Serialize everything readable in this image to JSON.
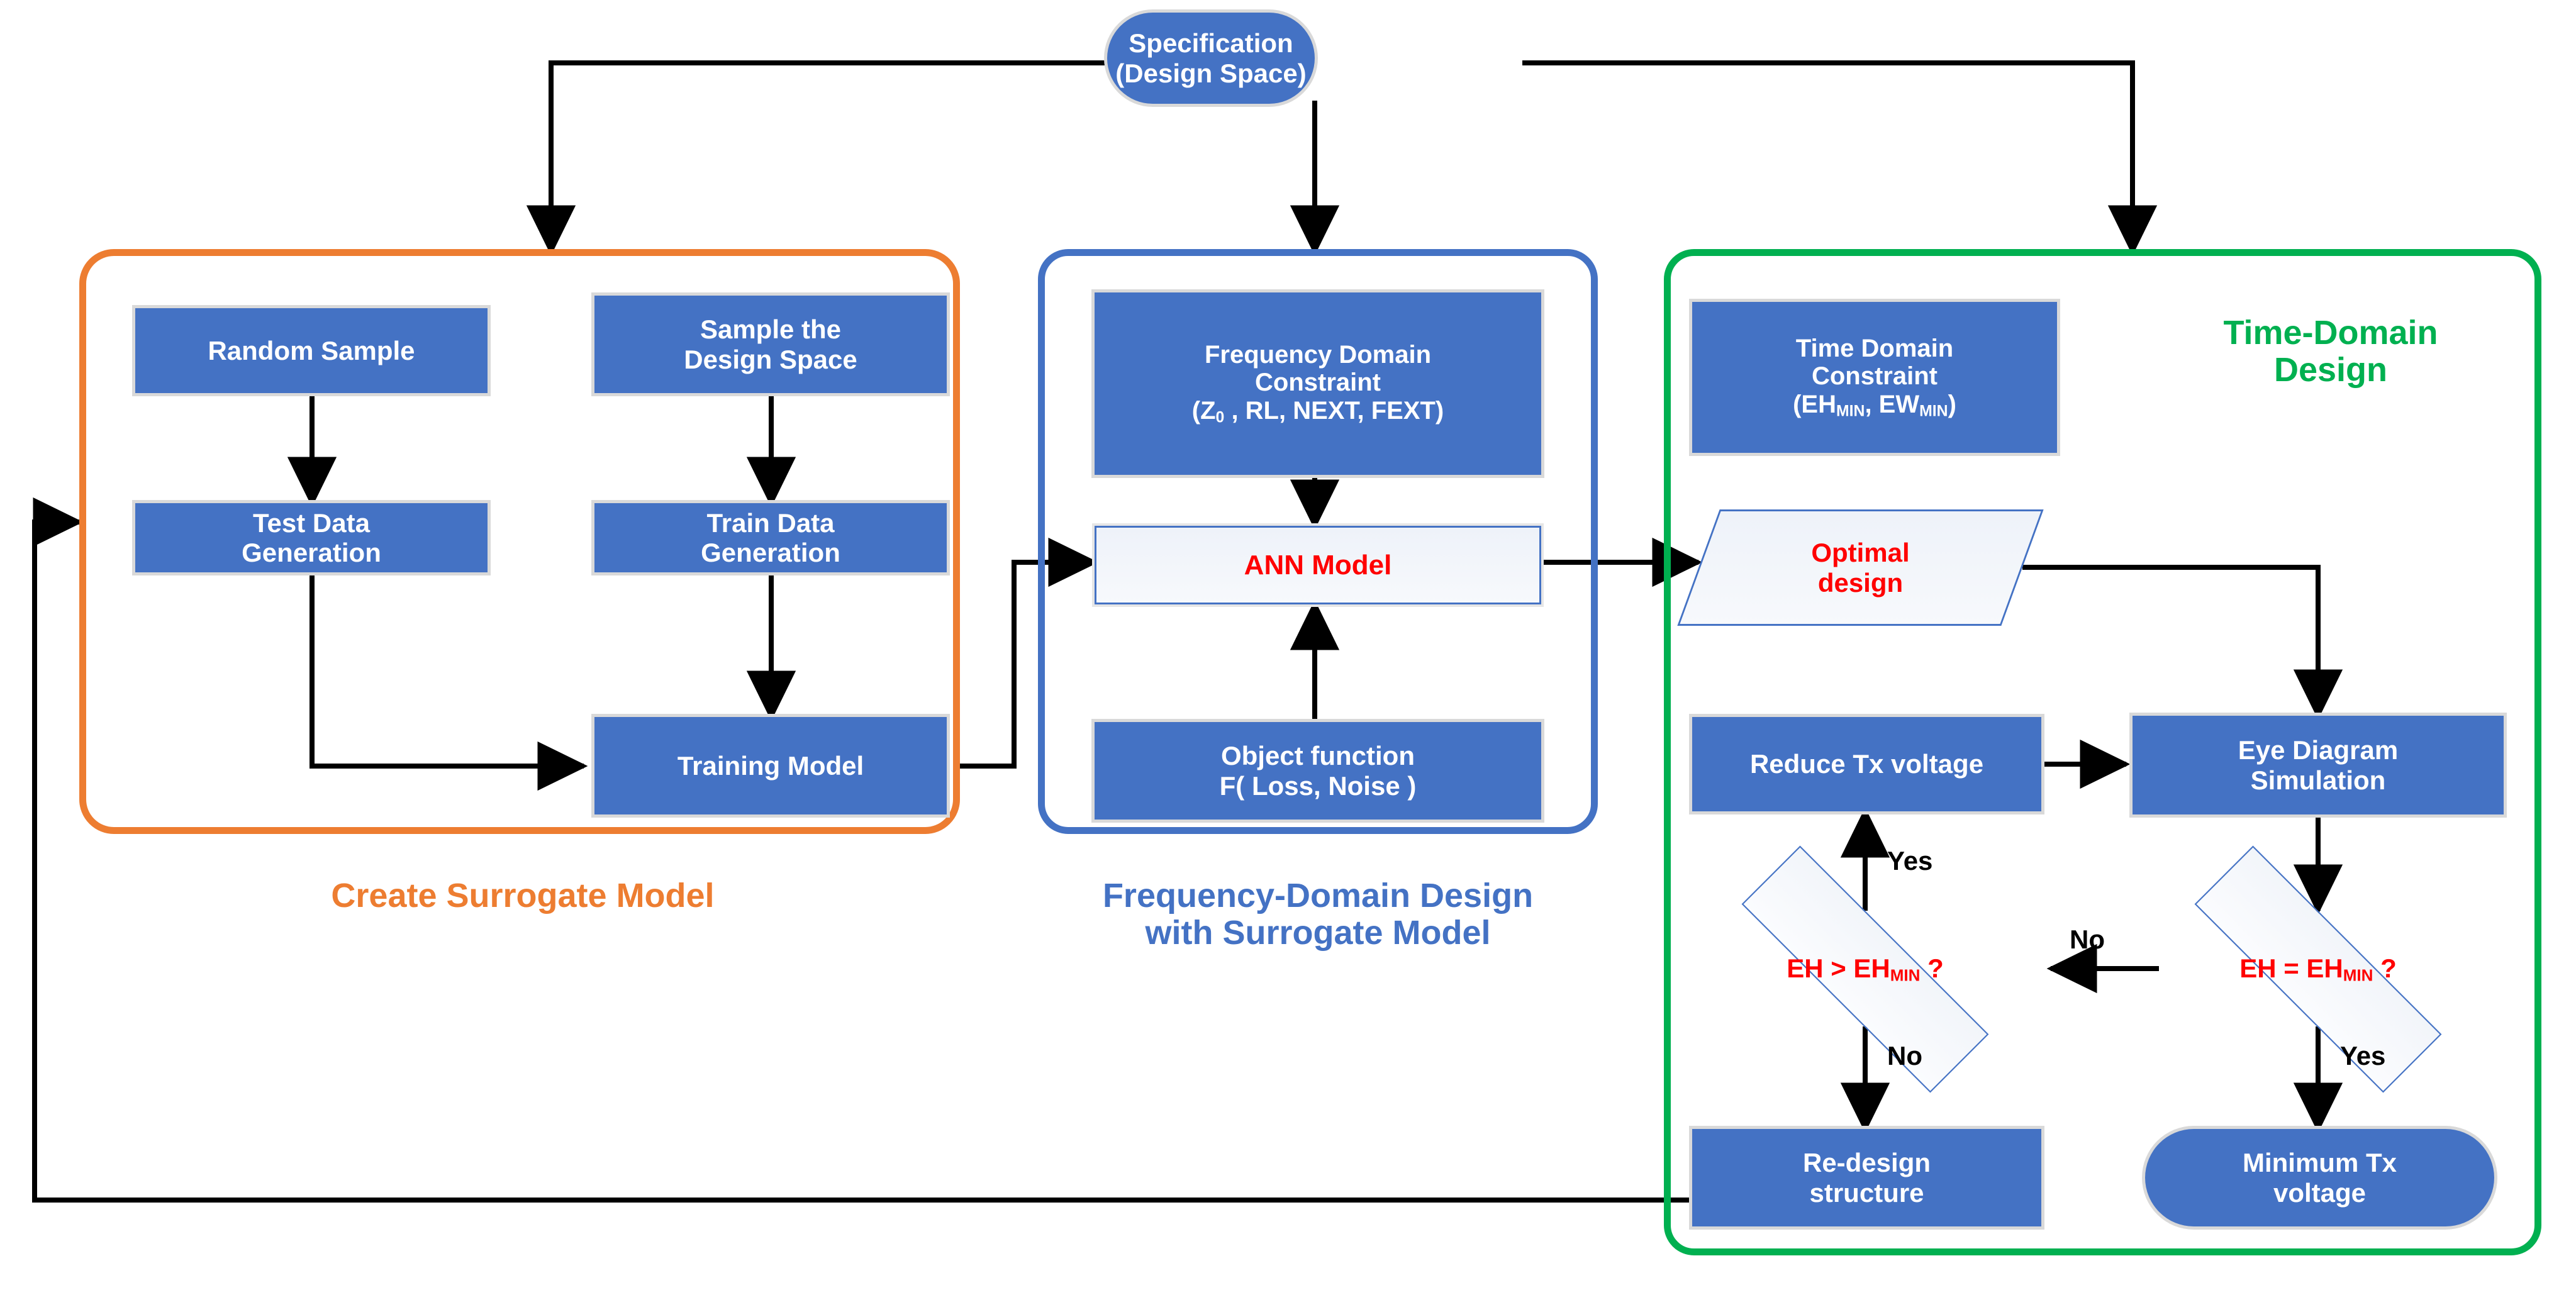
{
  "diagram": {
    "title": "Surrogate-model based signal-integrity design flow",
    "colors": {
      "node_fill": "#4472C4",
      "orange_group": "#ED7D31",
      "blue_group": "#4472C4",
      "green_group": "#00B050",
      "highlight_text": "#FF0000",
      "connector": "#000000"
    }
  },
  "start": {
    "line1": "Specification",
    "line2": "(Design Space)"
  },
  "groups": {
    "surrogate": {
      "caption": "Create Surrogate Model"
    },
    "frequency": {
      "caption_line1": "Frequency-Domain Design",
      "caption_line2": "with Surrogate Model"
    },
    "time": {
      "caption_line1": "Time-Domain",
      "caption_line2": "Design"
    }
  },
  "nodes": {
    "random_sample": "Random Sample",
    "sample_design_space_l1": "Sample the",
    "sample_design_space_l2": "Design Space",
    "test_data_l1": "Test Data",
    "test_data_l2": "Generation",
    "train_data_l1": "Train Data",
    "train_data_l2": "Generation",
    "training_model": "Training Model",
    "freq_constraint_l1": "Frequency Domain",
    "freq_constraint_l2": "Constraint",
    "freq_constraint_l3_pre": "(Z",
    "freq_constraint_l3_sub": "0",
    "freq_constraint_l3_post": " , RL, NEXT, FEXT)",
    "ann_model": "ANN Model",
    "object_function_l1": "Object function",
    "object_function_l2": "F( Loss, Noise )",
    "time_constraint_l1": "Time Domain",
    "time_constraint_l2": "Constraint",
    "time_constraint_l3_pre": "(EH",
    "time_constraint_l3_sub1": "MIN",
    "time_constraint_l3_mid": ", EW",
    "time_constraint_l3_sub2": "MIN",
    "time_constraint_l3_post": ")",
    "optimal_design_l1": "Optimal",
    "optimal_design_l2": "design",
    "reduce_tx": "Reduce Tx voltage",
    "eye_diagram_l1": "Eye Diagram",
    "eye_diagram_l2": "Simulation",
    "decision_gt_pre": "EH > EH",
    "decision_gt_sub": "MIN",
    "decision_gt_post": " ?",
    "decision_eq_pre": "EH = EH",
    "decision_eq_sub": "MIN",
    "decision_eq_post": " ?",
    "redesign_l1": "Re-design",
    "redesign_l2": "structure",
    "minimum_tx_l1": "Minimum Tx",
    "minimum_tx_l2": "voltage"
  },
  "edge_labels": {
    "yes_left": "Yes",
    "no_left": "No",
    "no_middle": "No",
    "yes_right": "Yes"
  }
}
